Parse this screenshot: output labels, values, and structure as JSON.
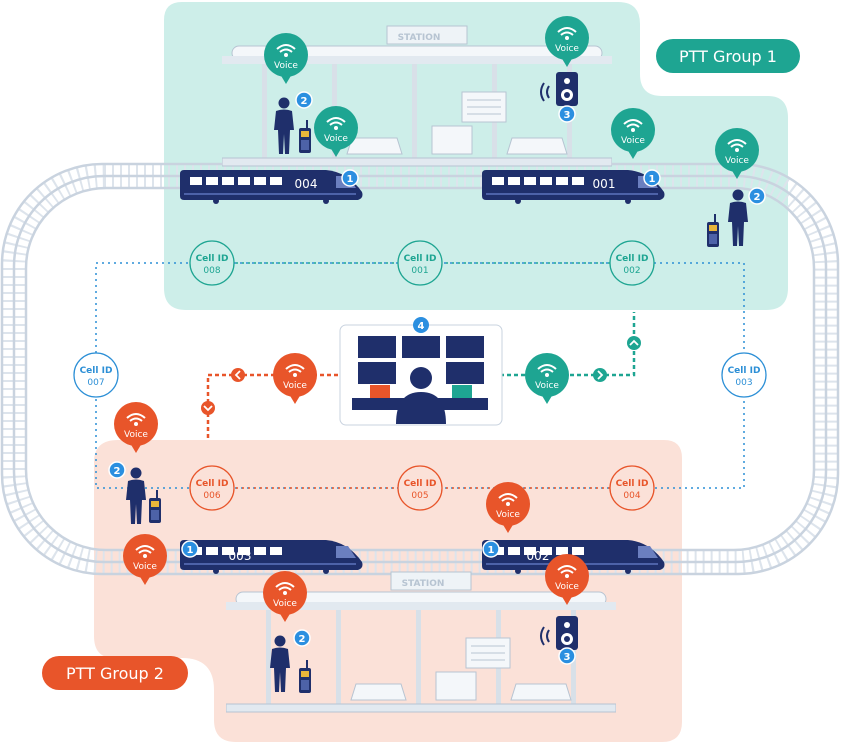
{
  "groups": {
    "group1": {
      "label": "PTT Group 1"
    },
    "group2": {
      "label": "PTT Group 2"
    }
  },
  "station_sign": "STATION",
  "voice_label": "Voice",
  "cells": {
    "label": "Cell ID",
    "ids": [
      "008",
      "001",
      "002",
      "007",
      "003",
      "006",
      "005",
      "004"
    ]
  },
  "trains": [
    "004",
    "001",
    "003",
    "002"
  ],
  "badges": {
    "train": "1",
    "person": "2",
    "speaker": "3",
    "dispatch": "4"
  },
  "colors": {
    "group1_bg": "#cdeee9",
    "group1_accent": "#1ea592",
    "group2_bg": "#fbe1d8",
    "group2_accent": "#e8552a",
    "navy": "#1f2f6b",
    "badge_blue": "#2b8fe0",
    "track": "#c9d3df",
    "cell_blue": "#2c8fd6"
  }
}
